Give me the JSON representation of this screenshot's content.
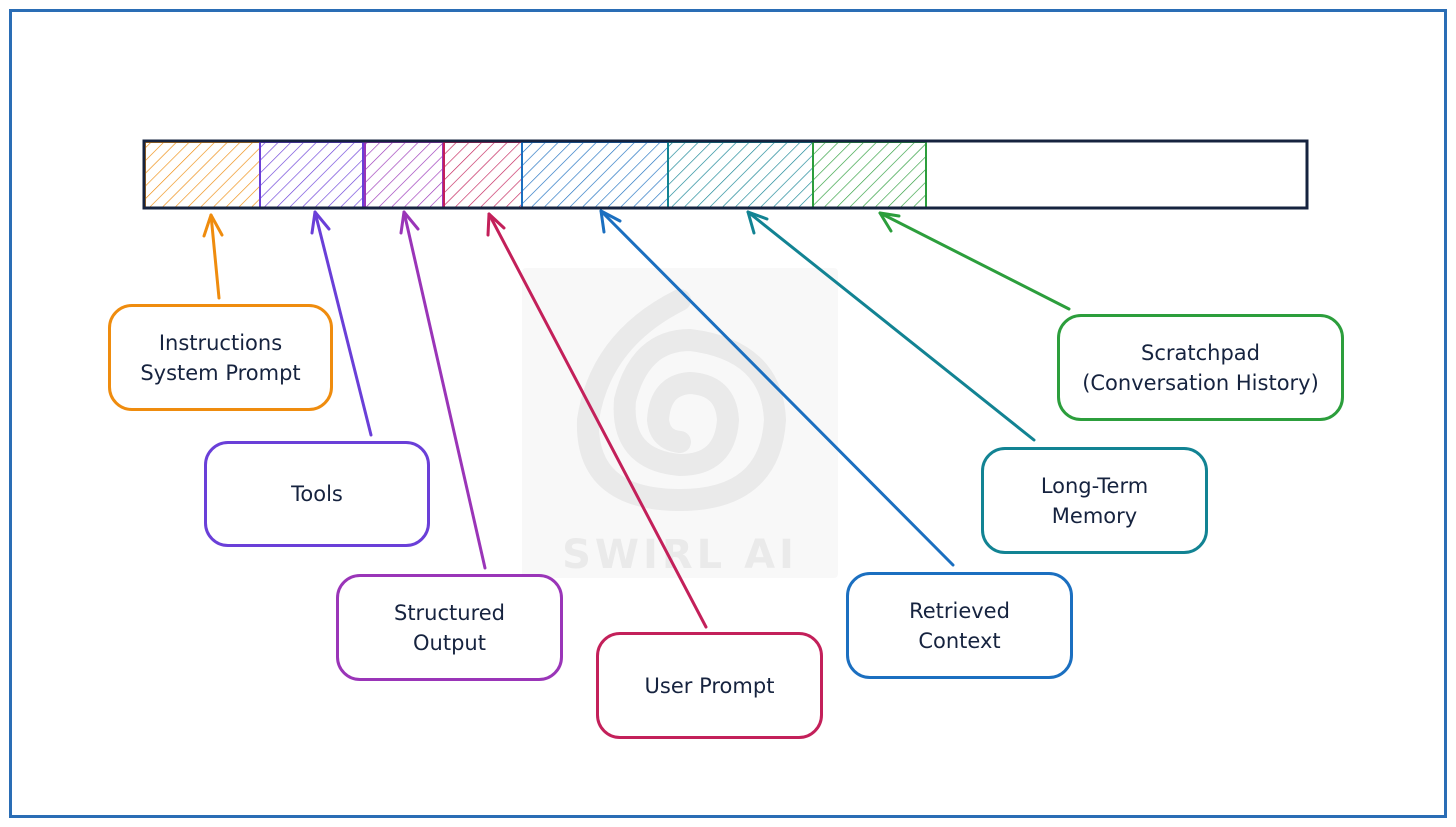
{
  "colors": {
    "frame": "#2a6db5",
    "bar_outline": "#16233f",
    "text": "#16233f",
    "instructions": "#ef8c0e",
    "tools": "#6a3fd8",
    "structured_output": "#9a35b8",
    "user_prompt": "#c3205a",
    "retrieved_context": "#1b6fc0",
    "long_term_memory": "#128393",
    "scratchpad": "#2c9e3c",
    "watermark": "#d9d9d9"
  },
  "watermark": {
    "icon": "swirl-icon",
    "text": "SWIRL AI"
  },
  "context_window": {
    "segments": [
      {
        "id": "instructions",
        "color": "#ef8c0e"
      },
      {
        "id": "tools",
        "color": "#6a3fd8"
      },
      {
        "id": "structured-output",
        "color": "#9a35b8"
      },
      {
        "id": "user-prompt",
        "color": "#c3205a"
      },
      {
        "id": "retrieved-context",
        "color": "#1b6fc0"
      },
      {
        "id": "long-term-memory",
        "color": "#128393"
      },
      {
        "id": "scratchpad",
        "color": "#2c9e3c"
      }
    ]
  },
  "boxes": {
    "instructions": {
      "label": "Instructions\nSystem Prompt",
      "color": "#ef8c0e"
    },
    "tools": {
      "label": "Tools",
      "color": "#6a3fd8"
    },
    "structured_output": {
      "label": "Structured\nOutput",
      "color": "#9a35b8"
    },
    "user_prompt": {
      "label": "User Prompt",
      "color": "#c3205a"
    },
    "retrieved_context": {
      "label": "Retrieved\nContext",
      "color": "#1b6fc0"
    },
    "long_term_memory": {
      "label": "Long-Term\nMemory",
      "color": "#128393"
    },
    "scratchpad": {
      "label": "Scratchpad\n(Conversation History)",
      "color": "#2c9e3c"
    }
  }
}
